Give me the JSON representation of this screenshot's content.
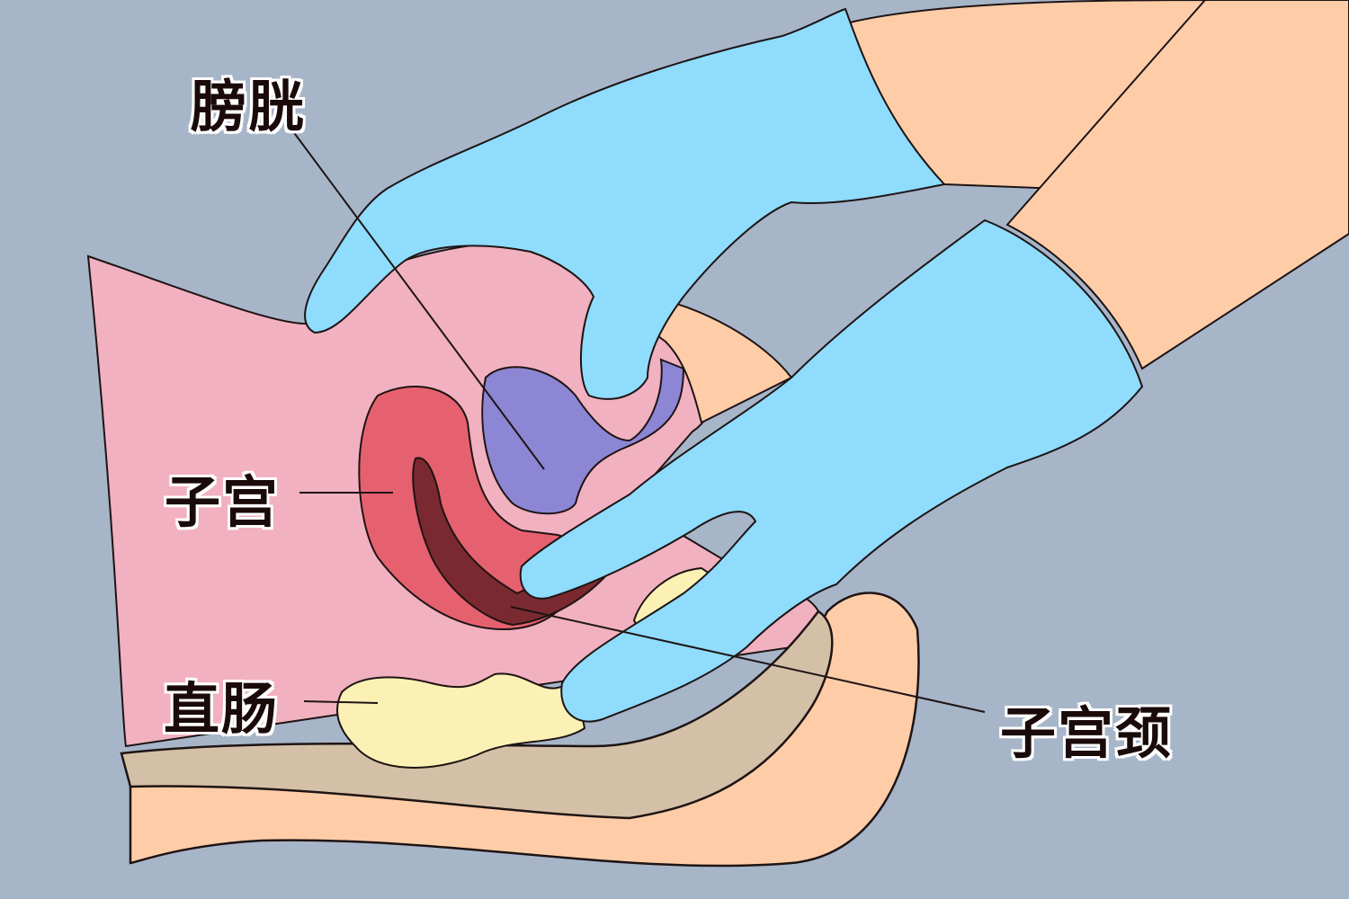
{
  "diagram": {
    "subject": "bimanual pelvic examination (sagittal view)",
    "labels": {
      "bladder": "膀胱",
      "uterus": "子宫",
      "rectum": "直肠",
      "cervix": "子宫颈"
    },
    "colors": {
      "background": "#a7b5c9",
      "pelvis_tissue": "#f2b1c0",
      "uterus": "#e6616f",
      "uterine_cavity": "#7b2930",
      "bladder": "#8c86d4",
      "rectum": "#fbf1b5",
      "sacrum_layer": "#d4c0a6",
      "skin": "#fecda8",
      "glove": "#8fdcfd",
      "outline": "#1e1414"
    }
  }
}
